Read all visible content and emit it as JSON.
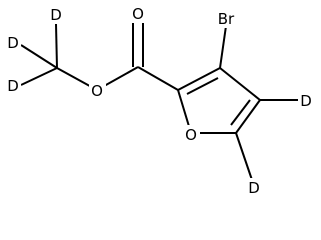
{
  "molecule": {
    "atoms": {
      "ester_oxygen": "O",
      "carbonyl_oxygen": "O",
      "ring_oxygen": "O",
      "bromine": "Br",
      "methyl_d_top": "D",
      "methyl_d_left": "D",
      "methyl_d_bottom": "D",
      "ring_d_c4": "D",
      "ring_d_c5": "D"
    }
  },
  "colors": {
    "bond": "#000000",
    "background": "#ffffff"
  }
}
